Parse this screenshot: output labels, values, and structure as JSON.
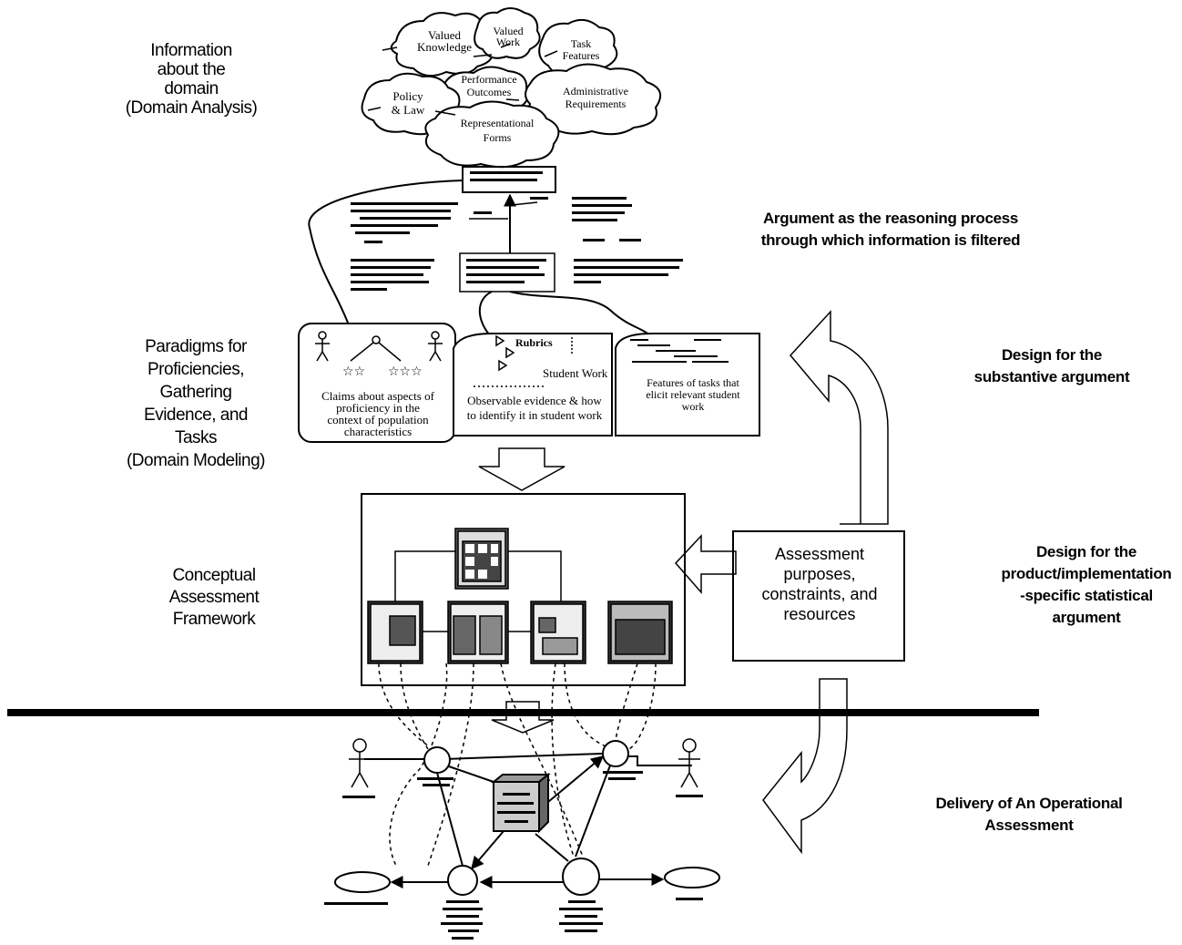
{
  "left_labels": {
    "domain_analysis": [
      "Information",
      "about the",
      "domain",
      "(Domain Analysis)"
    ],
    "domain_modeling": [
      "Paradigms for",
      "Proficiencies,",
      "Gathering",
      "Evidence, and",
      "Tasks",
      "(Domain Modeling)"
    ],
    "cas": [
      "Conceptual",
      "Assessment",
      "Framework"
    ]
  },
  "right_labels": {
    "argument": [
      "Argument as the reasoning process",
      "through which information is filtered"
    ],
    "substantive": [
      "Design for the",
      "substantive argument"
    ],
    "statistical": [
      "Design for the",
      "product/implementation",
      "-specific statistical",
      "argument"
    ],
    "delivery": [
      "Delivery of An Operational",
      "Assessment"
    ]
  },
  "clouds": {
    "valued_knowledge": [
      "Valued",
      "Knowledge"
    ],
    "valued_work": [
      "Valued",
      "Work"
    ],
    "task_features": [
      "Task",
      "Features"
    ],
    "performance_outcomes": [
      "Performance",
      "Outcomes"
    ],
    "policy_law": [
      "Policy",
      "& Law"
    ],
    "admin_requirements": [
      "Administrative",
      "Requirements"
    ],
    "representational_forms": [
      "Representational",
      "Forms"
    ]
  },
  "paradigm_panels": {
    "claims": [
      "Claims about aspects of",
      "proficiency in the",
      "context of population",
      "characteristics"
    ],
    "rubrics": "Rubrics",
    "student_work": "Student Work",
    "evidence": [
      "Observable evidence & how",
      "to identify it in student work"
    ],
    "features": [
      "Features of tasks that",
      "elicit relevant student",
      "work"
    ]
  },
  "assessment_box": [
    "Assessment",
    "purposes,",
    "constraints, and",
    "resources"
  ]
}
